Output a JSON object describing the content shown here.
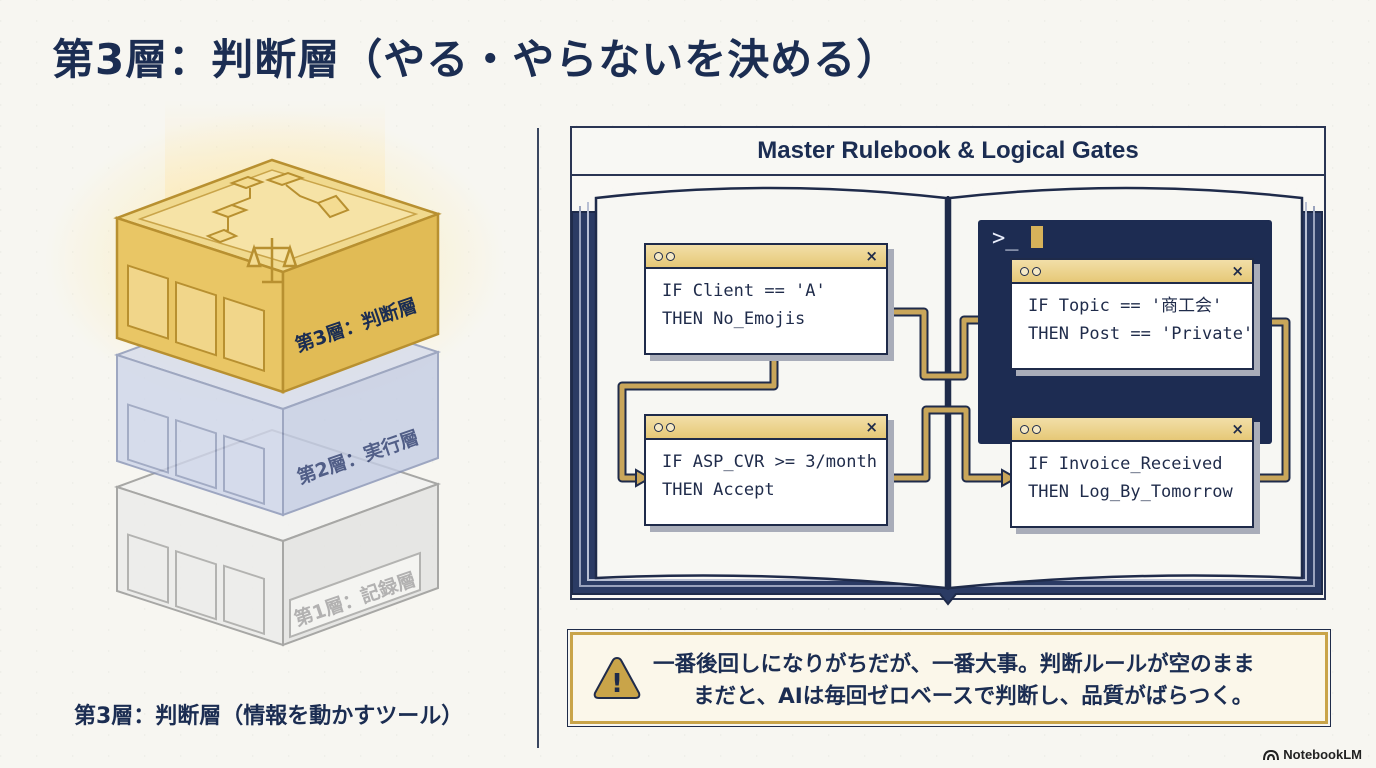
{
  "title": "第3層：判断層（やる・やらないを決める）",
  "caption": "第3層：判断層（情報を動かすツール）",
  "stack": {
    "layer3_label": "第3層：判断層",
    "layer2_label": "第2層：実行層",
    "layer1_label": "第1層：記録層",
    "icons": [
      "flowchart-icon",
      "scales-icon"
    ]
  },
  "panel": {
    "header": "Master Rulebook & Logical Gates",
    "terminal_prompt": ">_",
    "rules": [
      {
        "line1": "IF Client == 'A'",
        "line2": "THEN No_Emojis"
      },
      {
        "line1": "IF ASP_CVR >= 3/month",
        "line2": "THEN Accept"
      },
      {
        "line1": "IF Topic == '商工会'",
        "line2": "THEN Post == 'Private'"
      },
      {
        "line1": "IF Invoice_Received",
        "line2": "THEN Log_By_Tomorrow"
      }
    ],
    "window_close_glyph": "×"
  },
  "warning": {
    "line1": "一番後回しになりがちだが、一番大事。判断ルールが空のまま",
    "line2": "まだと、AIは毎回ゼロベースで判断し、品質がばらつく。",
    "icon_glyph": "!"
  },
  "brand": "NotebookLM",
  "colors": {
    "navy": "#1b2d52",
    "gold": "#e6c46a",
    "blue_layer": "#c8d1e6",
    "gray_layer": "#e8e8e6",
    "connector": "#c9a65a"
  }
}
